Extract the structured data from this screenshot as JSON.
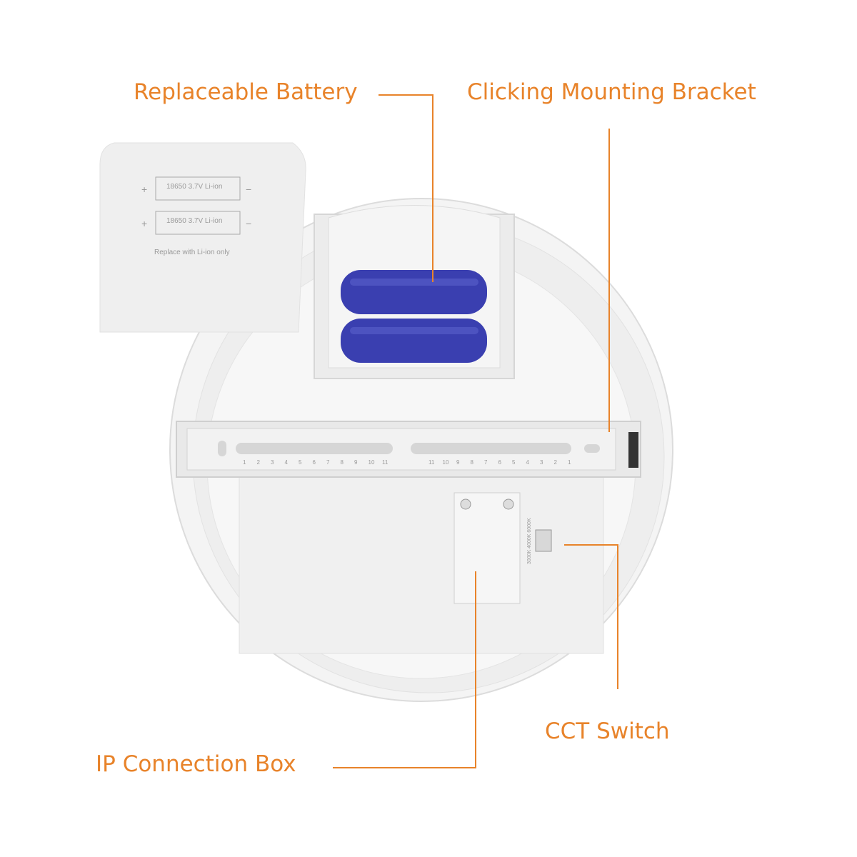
{
  "labels": {
    "battery": "Replaceable Battery",
    "bracket": "Clicking Mounting Bracket",
    "cct": "CCT Switch",
    "ip_box": "IP Connection Box"
  },
  "battery_cover": {
    "cell_1": "18650 3.7V Li-ion",
    "cell_2": "18650 3.7V Li-ion",
    "note": "Replace with Li-ion only",
    "plus": "+",
    "minus": "−"
  },
  "switch_text": "3000K 4000K 6000K",
  "ruler_left": [
    "1",
    "2",
    "3",
    "4",
    "5",
    "6",
    "7",
    "8",
    "9",
    "10",
    "11"
  ],
  "ruler_right": [
    "11",
    "10",
    "9",
    "8",
    "7",
    "6",
    "5",
    "4",
    "3",
    "2",
    "1"
  ],
  "colors": {
    "accent": "#E8832A",
    "battery": "#3A3FB0",
    "body": "#F2F2F2"
  }
}
